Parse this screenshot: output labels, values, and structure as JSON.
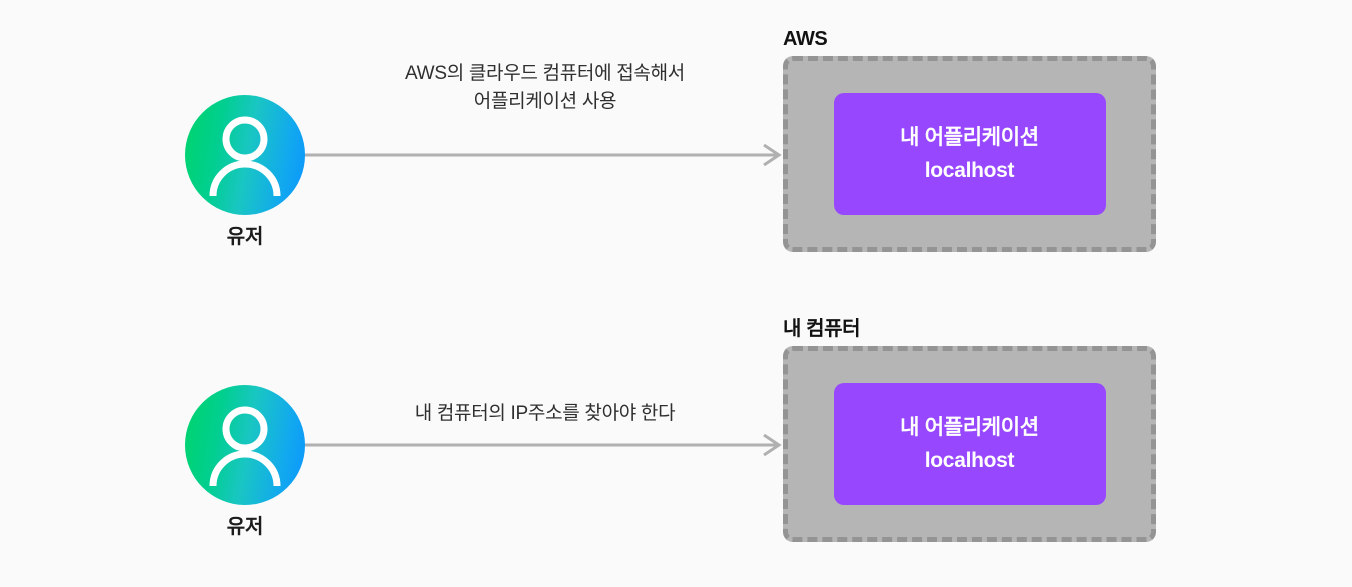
{
  "background_color": "#fafafa",
  "accent_colors": {
    "app_card_purple": "#9748ff",
    "machine_fill_gray": "#b5b5b5",
    "machine_dash_gray": "#949494",
    "arrow_gray": "#b0b0b0",
    "avatar_gradient_from": "#00d46a",
    "avatar_gradient_to": "#0a93ff"
  },
  "rows": [
    {
      "actor": {
        "icon": "user-avatar-icon",
        "label": "유저"
      },
      "flow": {
        "caption": "AWS의 클라우드 컴퓨터에 접속해서\n어플리케이션 사용",
        "arrow_icon": "arrow-right-icon"
      },
      "machine": {
        "title": "AWS",
        "app": {
          "name": "내 어플리케이션",
          "host": "localhost"
        }
      }
    },
    {
      "actor": {
        "icon": "user-avatar-icon",
        "label": "유저"
      },
      "flow": {
        "caption": "내 컴퓨터의 IP주소를 찾아야 한다",
        "arrow_icon": "arrow-right-icon"
      },
      "machine": {
        "title": "내 컴퓨터",
        "app": {
          "name": "내 어플리케이션",
          "host": "localhost"
        }
      }
    }
  ]
}
